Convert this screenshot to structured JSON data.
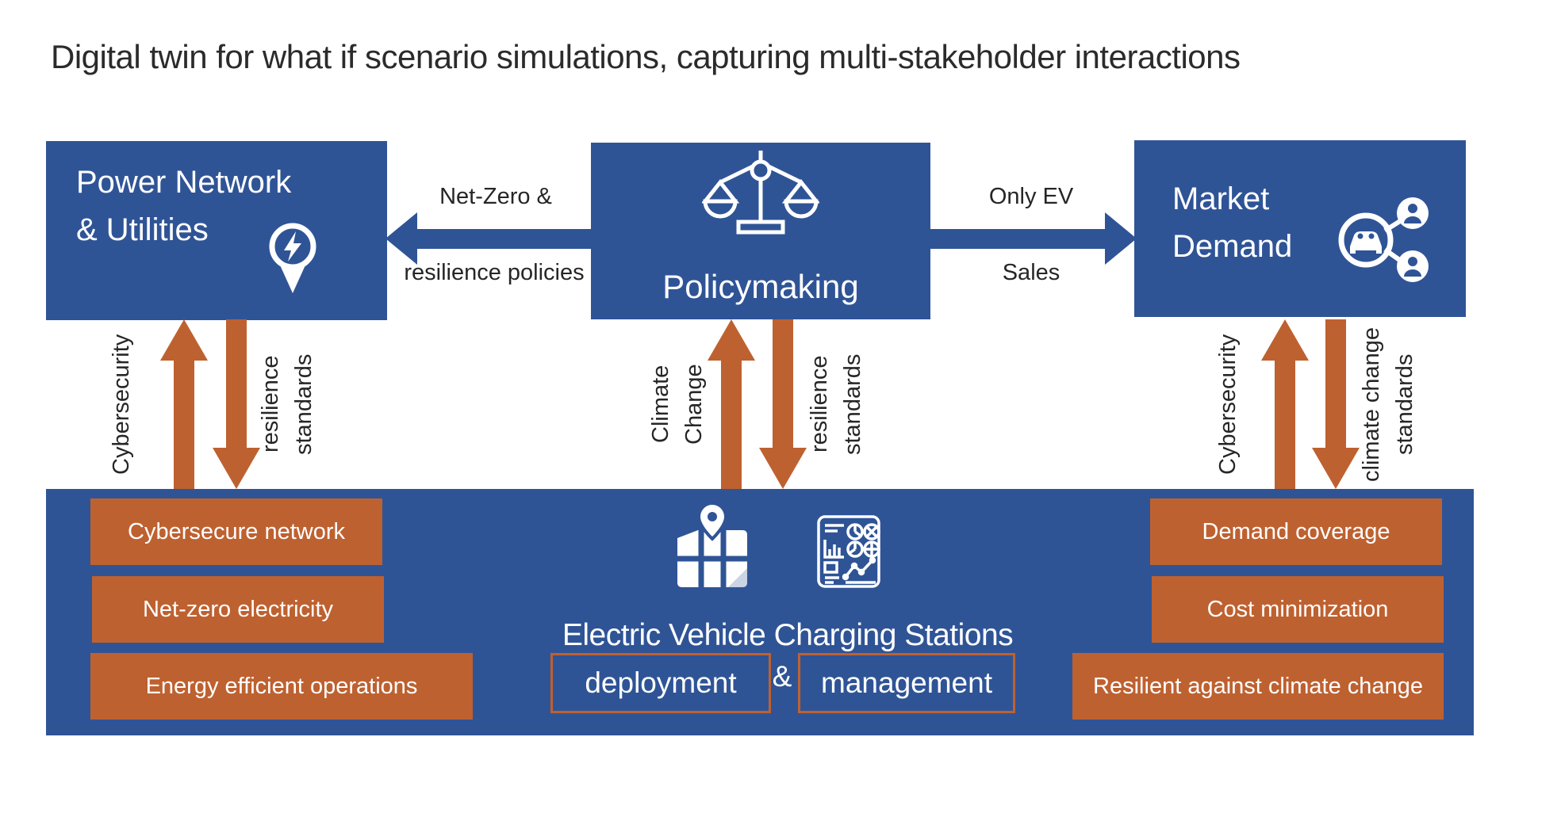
{
  "title": "Digital twin for what if scenario simulations, capturing multi-stakeholder interactions",
  "colors": {
    "box_blue": "#2F5496",
    "accent_orange": "#BE6130",
    "text_dark": "#262626",
    "text_white": "#FFFFFF"
  },
  "stakeholders": {
    "power": {
      "label": "Power Network\n& Utilities",
      "icon": "power-pin-icon"
    },
    "policy": {
      "label": "Policymaking",
      "icon": "balance-scale-icon"
    },
    "market": {
      "label": "Market\nDemand",
      "icon": "car-share-icon"
    }
  },
  "horizontal_arrows": {
    "policy_to_power": {
      "label_top": "Net-Zero &",
      "label_bottom": "resilience policies",
      "direction": "left"
    },
    "policy_to_market": {
      "label_top": "Only EV",
      "label_bottom": "Sales",
      "direction": "right"
    }
  },
  "vertical_arrows": {
    "power_up_label": "Cybersecurity",
    "power_down_label": "resilience\nstandards",
    "policy_up_label": "Climate\nChange",
    "policy_down_label": "resilience\nstandards",
    "market_up_label": "Cybersecurity",
    "market_down_label": "climate change\nstandards"
  },
  "platform": {
    "title": "Electric Vehicle Charging Stations",
    "deployment_label": "deployment",
    "ampersand": "&",
    "management_label": "management",
    "power_goals": [
      "Cybersecure network",
      "Net-zero electricity",
      "Energy efficient operations"
    ],
    "market_goals": [
      "Demand coverage",
      "Cost minimization",
      "Resilient against climate change"
    ],
    "icons": [
      "map-pin-icon",
      "analytics-dashboard-icon"
    ]
  }
}
